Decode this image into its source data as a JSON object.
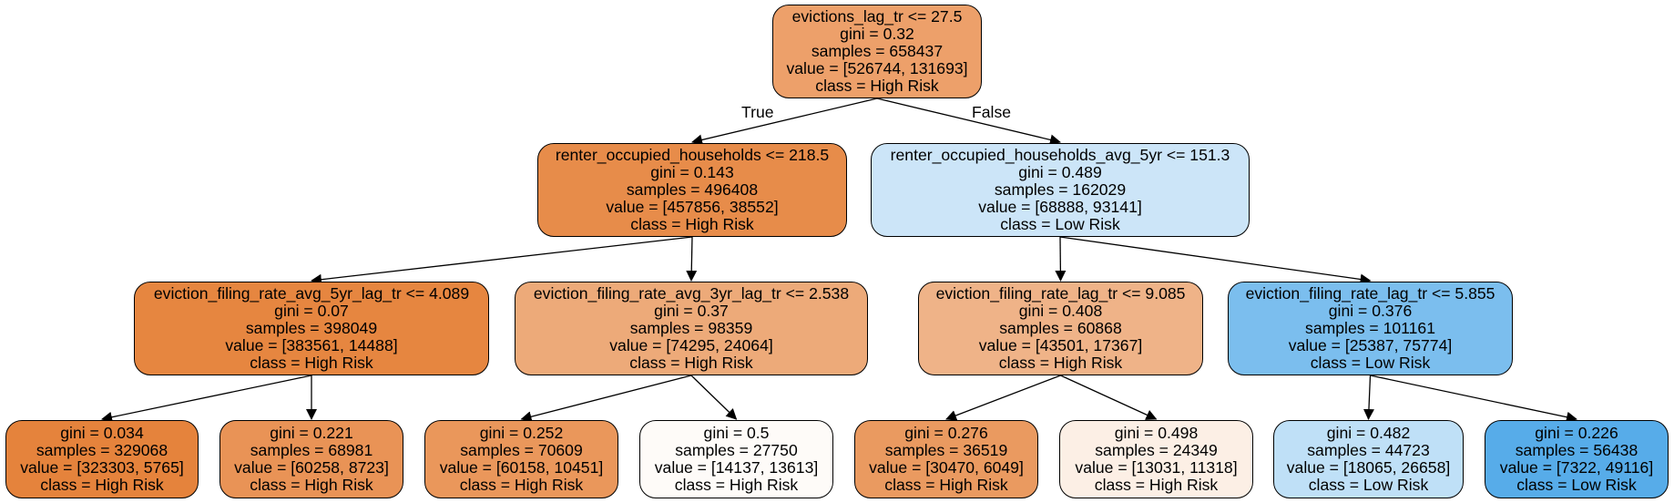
{
  "nodes": [
    {
      "id": "n0",
      "lines": [
        "evictions_lag_tr <= 27.5",
        "gini = 0.32",
        "samples = 658437",
        "value = [526744, 131693]",
        "class = High Risk"
      ],
      "fill": "#eda06a"
    },
    {
      "id": "n1",
      "lines": [
        "renter_occupied_households <= 218.5",
        "gini = 0.143",
        "samples = 496408",
        "value = [457856, 38552]",
        "class = High Risk"
      ],
      "fill": "#e78c4a"
    },
    {
      "id": "n2",
      "lines": [
        "renter_occupied_households_avg_5yr <= 151.3",
        "gini = 0.489",
        "samples = 162029",
        "value = [68888, 93141]",
        "class = Low Risk"
      ],
      "fill": "#cce5f8"
    },
    {
      "id": "n3",
      "lines": [
        "eviction_filing_rate_avg_5yr_lag_tr <= 4.089",
        "gini = 0.07",
        "samples = 398049",
        "value = [383561, 14488]",
        "class = High Risk"
      ],
      "fill": "#e68640"
    },
    {
      "id": "n4",
      "lines": [
        "eviction_filing_rate_avg_3yr_lag_tr <= 2.538",
        "gini = 0.37",
        "samples = 98359",
        "value = [74295, 24064]",
        "class = High Risk"
      ],
      "fill": "#edaa79"
    },
    {
      "id": "n5",
      "lines": [
        "eviction_filing_rate_lag_tr <= 9.085",
        "gini = 0.408",
        "samples = 60868",
        "value = [43501, 17367]",
        "class = High Risk"
      ],
      "fill": "#efb388"
    },
    {
      "id": "n6",
      "lines": [
        "eviction_filing_rate_lag_tr <= 5.855",
        "gini = 0.376",
        "samples = 101161",
        "value = [25387, 75774]",
        "class = Low Risk"
      ],
      "fill": "#7bbeee"
    },
    {
      "id": "n7",
      "lines": [
        "gini = 0.034",
        "samples = 329068",
        "value = [323303, 5765]",
        "class = High Risk"
      ],
      "fill": "#e5833c"
    },
    {
      "id": "n8",
      "lines": [
        "gini = 0.221",
        "samples = 68981",
        "value = [60258, 8723]",
        "class = High Risk"
      ],
      "fill": "#e99356"
    },
    {
      "id": "n9",
      "lines": [
        "gini = 0.252",
        "samples = 70609",
        "value = [60158, 10451]",
        "class = High Risk"
      ],
      "fill": "#ea975b"
    },
    {
      "id": "n10",
      "lines": [
        "gini = 0.5",
        "samples = 27750",
        "value = [14137, 13613]",
        "class = High Risk"
      ],
      "fill": "#fefbf8"
    },
    {
      "id": "n11",
      "lines": [
        "gini = 0.276",
        "samples = 36519",
        "value = [30470, 6049]",
        "class = High Risk"
      ],
      "fill": "#ea9a60"
    },
    {
      "id": "n12",
      "lines": [
        "gini = 0.498",
        "samples = 24349",
        "value = [13031, 11318]",
        "class = High Risk"
      ],
      "fill": "#fcefe5"
    },
    {
      "id": "n13",
      "lines": [
        "gini = 0.482",
        "samples = 44723",
        "value = [18065, 26658]",
        "class = Low Risk"
      ],
      "fill": "#bfe0f7"
    },
    {
      "id": "n14",
      "lines": [
        "gini = 0.226",
        "samples = 56438",
        "value = [7322, 49116]",
        "class = Low Risk"
      ],
      "fill": "#57ace9"
    }
  ],
  "edges": [
    {
      "from": "n0",
      "to": "n1",
      "label": "True"
    },
    {
      "from": "n0",
      "to": "n2",
      "label": "False"
    },
    {
      "from": "n1",
      "to": "n3",
      "label": ""
    },
    {
      "from": "n1",
      "to": "n4",
      "label": ""
    },
    {
      "from": "n2",
      "to": "n5",
      "label": ""
    },
    {
      "from": "n2",
      "to": "n6",
      "label": ""
    },
    {
      "from": "n3",
      "to": "n7",
      "label": ""
    },
    {
      "from": "n3",
      "to": "n8",
      "label": ""
    },
    {
      "from": "n4",
      "to": "n9",
      "label": ""
    },
    {
      "from": "n4",
      "to": "n10",
      "label": ""
    },
    {
      "from": "n5",
      "to": "n11",
      "label": ""
    },
    {
      "from": "n5",
      "to": "n12",
      "label": ""
    },
    {
      "from": "n6",
      "to": "n13",
      "label": ""
    },
    {
      "from": "n6",
      "to": "n14",
      "label": ""
    }
  ]
}
